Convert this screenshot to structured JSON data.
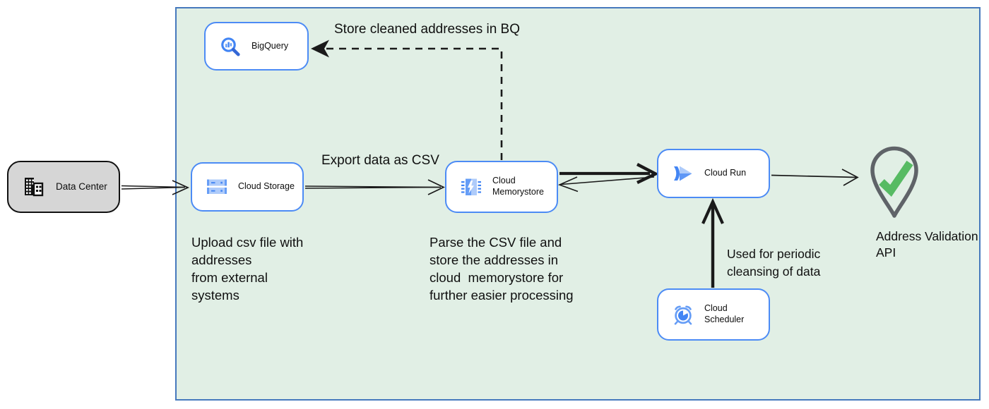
{
  "diagram": {
    "type": "cloud-architecture-flow",
    "boundary": "Google Cloud environment box"
  },
  "colors": {
    "boundary_fill": "#e1efe5",
    "boundary_border": "#4679bd",
    "node_border_blue": "#4c8bf5",
    "datacenter_fill": "#d6d6d6",
    "icon_blue_dark": "#4285f4",
    "icon_blue_mid": "#669df6",
    "icon_blue_light": "#aecbfa",
    "check_green": "#57bb63",
    "pin_gray": "#5f6368",
    "arrow_black": "#1a1a1a"
  },
  "nodes": {
    "data_center": {
      "label": "Data Center",
      "icon": "building-icon"
    },
    "bigquery": {
      "label": "BigQuery",
      "icon": "bigquery-icon"
    },
    "cloud_storage": {
      "label": "Cloud Storage",
      "icon": "cloud-storage-icon"
    },
    "cloud_memorystore": {
      "label_lines": [
        "Cloud",
        "Memorystore"
      ],
      "icon": "memorystore-chip-icon"
    },
    "cloud_run": {
      "label": "Cloud Run",
      "icon": "cloud-run-icon"
    },
    "cloud_scheduler": {
      "label": "Cloud Scheduler",
      "icon": "alarm-clock-icon"
    },
    "address_validation": {
      "label_lines": [
        "Address Validation",
        "API"
      ],
      "icon": "map-pin-check-icon"
    }
  },
  "edge_labels": {
    "store_bq": "Store cleaned addresses in BQ",
    "export_csv": "Export data as CSV",
    "periodic": {
      "lines": [
        "Used for periodic",
        "cleansing of data"
      ]
    }
  },
  "notes": {
    "upload": {
      "lines": [
        "Upload csv file with",
        "addresses",
        "from external",
        "systems"
      ]
    },
    "parse": {
      "lines": [
        "Parse the CSV file and",
        "store the addresses in",
        "cloud  memorystore for",
        "further easier processing"
      ]
    }
  }
}
